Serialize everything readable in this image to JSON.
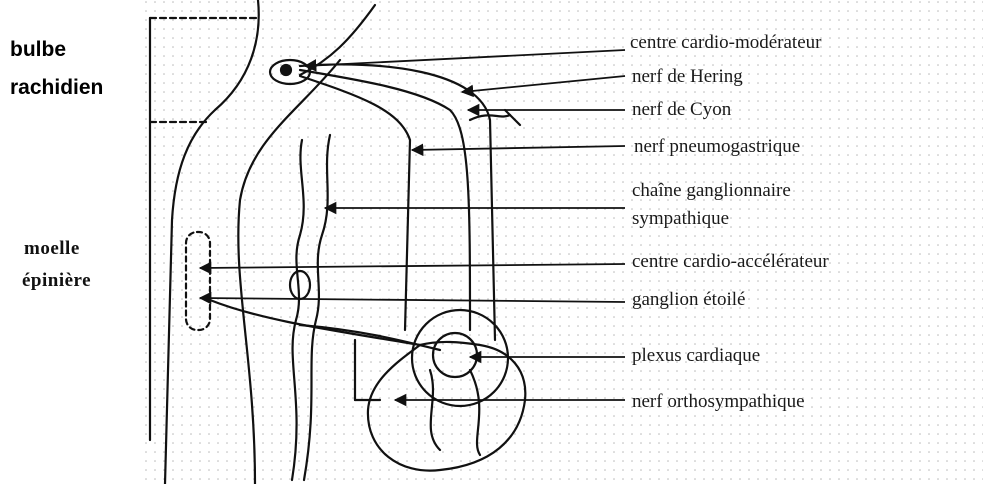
{
  "left_labels": {
    "bulbe_line1": "bulbe",
    "bulbe_line2": "rachidien",
    "moelle_line1": "moelle",
    "moelle_line2": "épinière"
  },
  "right_labels": [
    "centre cardio-modérateur",
    "nerf de Hering",
    "nerf de Cyon",
    "nerf pneumogastrique",
    "chaîne ganglionnaire",
    "sympathique",
    "centre cardio-accélérateur",
    "ganglion étoilé",
    "plexus cardiaque",
    "nerf orthosympathique"
  ]
}
